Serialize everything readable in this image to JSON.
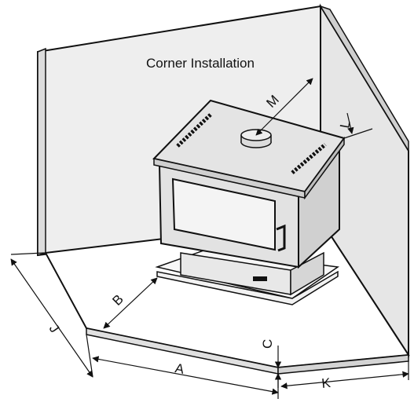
{
  "title": "Corner Installation",
  "dimension_labels": {
    "A": "A",
    "B": "B",
    "C": "C",
    "J": "J",
    "K": "K",
    "L": "L",
    "M": "M"
  },
  "colors": {
    "wall_fill": "#eeeeee",
    "stove_fill": "#d9d9d9",
    "line": "#111111"
  }
}
